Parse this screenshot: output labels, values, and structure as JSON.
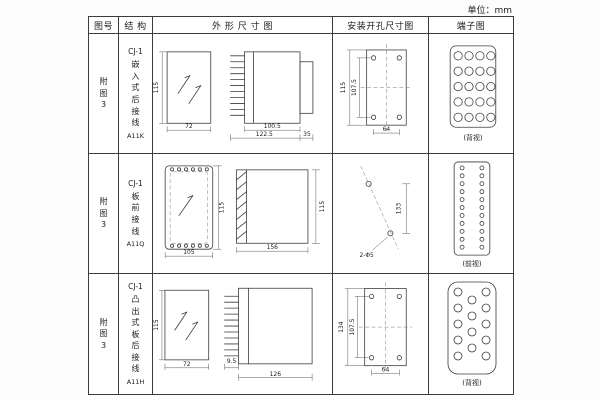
{
  "unit": "单位：mm",
  "headers": {
    "fig": "图号",
    "structure": "结 构",
    "outline": "外 形 尺 寸 图",
    "mounting": "安装开孔尺寸图",
    "terminal": "端子图"
  },
  "rows": [
    {
      "fig": "附图3",
      "model": "CJ-1",
      "desc": "嵌入式后接线",
      "code": "A11K",
      "d1": "115",
      "d2": "72",
      "d3": "100.5",
      "d4": "122.5",
      "d5": "35",
      "m1": "107.5",
      "m2": "115",
      "m3": "64",
      "view": "(背视)"
    },
    {
      "fig": "附图3",
      "model": "CJ-1",
      "desc": "板前接线",
      "code": "A11Q",
      "d1": "115",
      "d2": "105",
      "d3": "156",
      "d4": "115",
      "m1": "133",
      "m2": "2-Φ5",
      "view": "(前视)"
    },
    {
      "fig": "附图3",
      "model": "CJ-1",
      "desc": "凸出式板后接线",
      "code": "A11H",
      "d1": "115",
      "d2": "72",
      "d3": "9.5",
      "d4": "126",
      "m1": "107.5",
      "m2": "134",
      "m3": "64",
      "view": "(背视)"
    }
  ]
}
